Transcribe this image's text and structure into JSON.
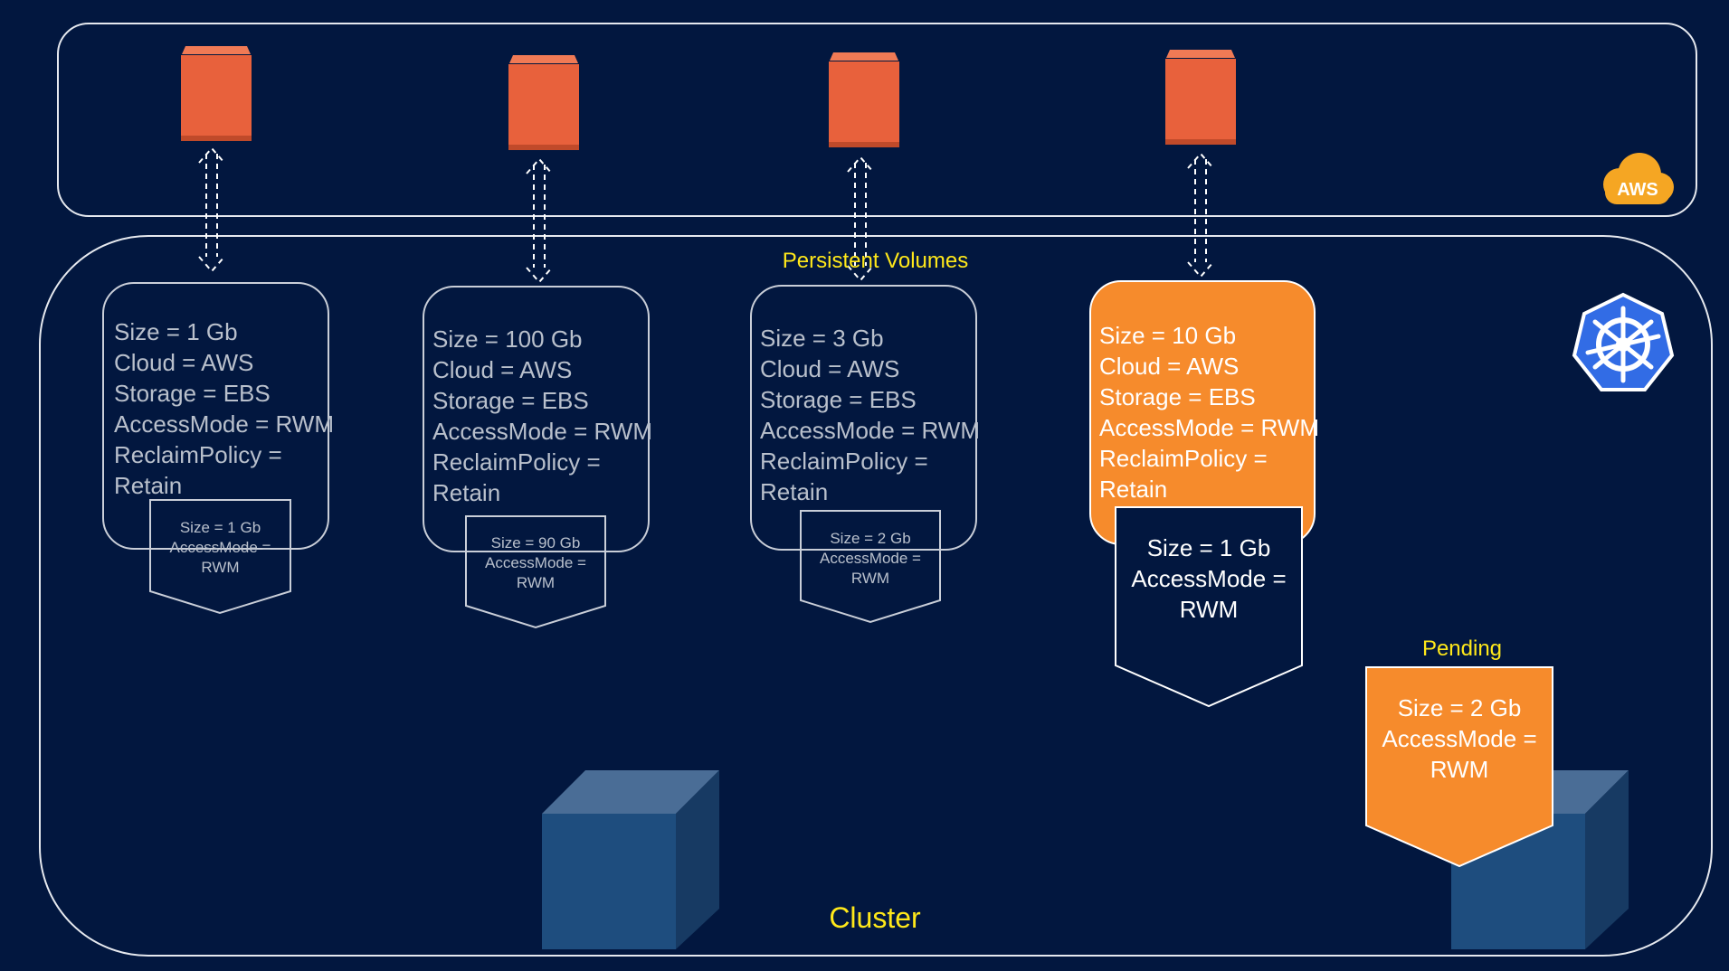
{
  "labels": {
    "persistent_volumes": "Persistent Volumes",
    "cluster": "Cluster",
    "pending": "Pending",
    "aws": "AWS"
  },
  "colors": {
    "background": "#02173f",
    "disk": "#e8613c",
    "disk_top": "#f07a55",
    "active_volume": "#f68b2c",
    "label_yellow": "#ffe81a",
    "node_blue": "#1e4d7e",
    "kubernetes_blue": "#326ce5"
  },
  "icons": {
    "aws": "aws-cloud-icon",
    "kubernetes": "kubernetes-helm-icon",
    "disk": "ebs-disk-icon"
  },
  "volumes": [
    {
      "text": "Size = 1 Gb\nCloud = AWS\nStorage = EBS\nAccessMode = RWM\nReclaimPolicy =\nRetain",
      "active": false
    },
    {
      "text": "Size = 100 Gb\nCloud = AWS\nStorage = EBS\nAccessMode = RWM\nReclaimPolicy =\nRetain",
      "active": false
    },
    {
      "text": "Size = 3 Gb\nCloud = AWS\nStorage = EBS\nAccessMode = RWM\nReclaimPolicy =\nRetain",
      "active": false
    },
    {
      "text": "Size = 10 Gb\nCloud = AWS\nStorage = EBS\nAccessMode = RWM\nReclaimPolicy =\nRetain",
      "active": true
    }
  ],
  "claims": [
    {
      "text": "Size = 1 Gb\nAccessMode =\nRWM"
    },
    {
      "text": "Size = 90 Gb\nAccessMode =\nRWM"
    },
    {
      "text": "Size = 2 Gb\nAccessMode =\nRWM"
    },
    {
      "text": "Size = 1 Gb\nAccessMode =\nRWM"
    }
  ],
  "pending_claim": {
    "text": "Size = 2 Gb\nAccessMode =\nRWM"
  }
}
